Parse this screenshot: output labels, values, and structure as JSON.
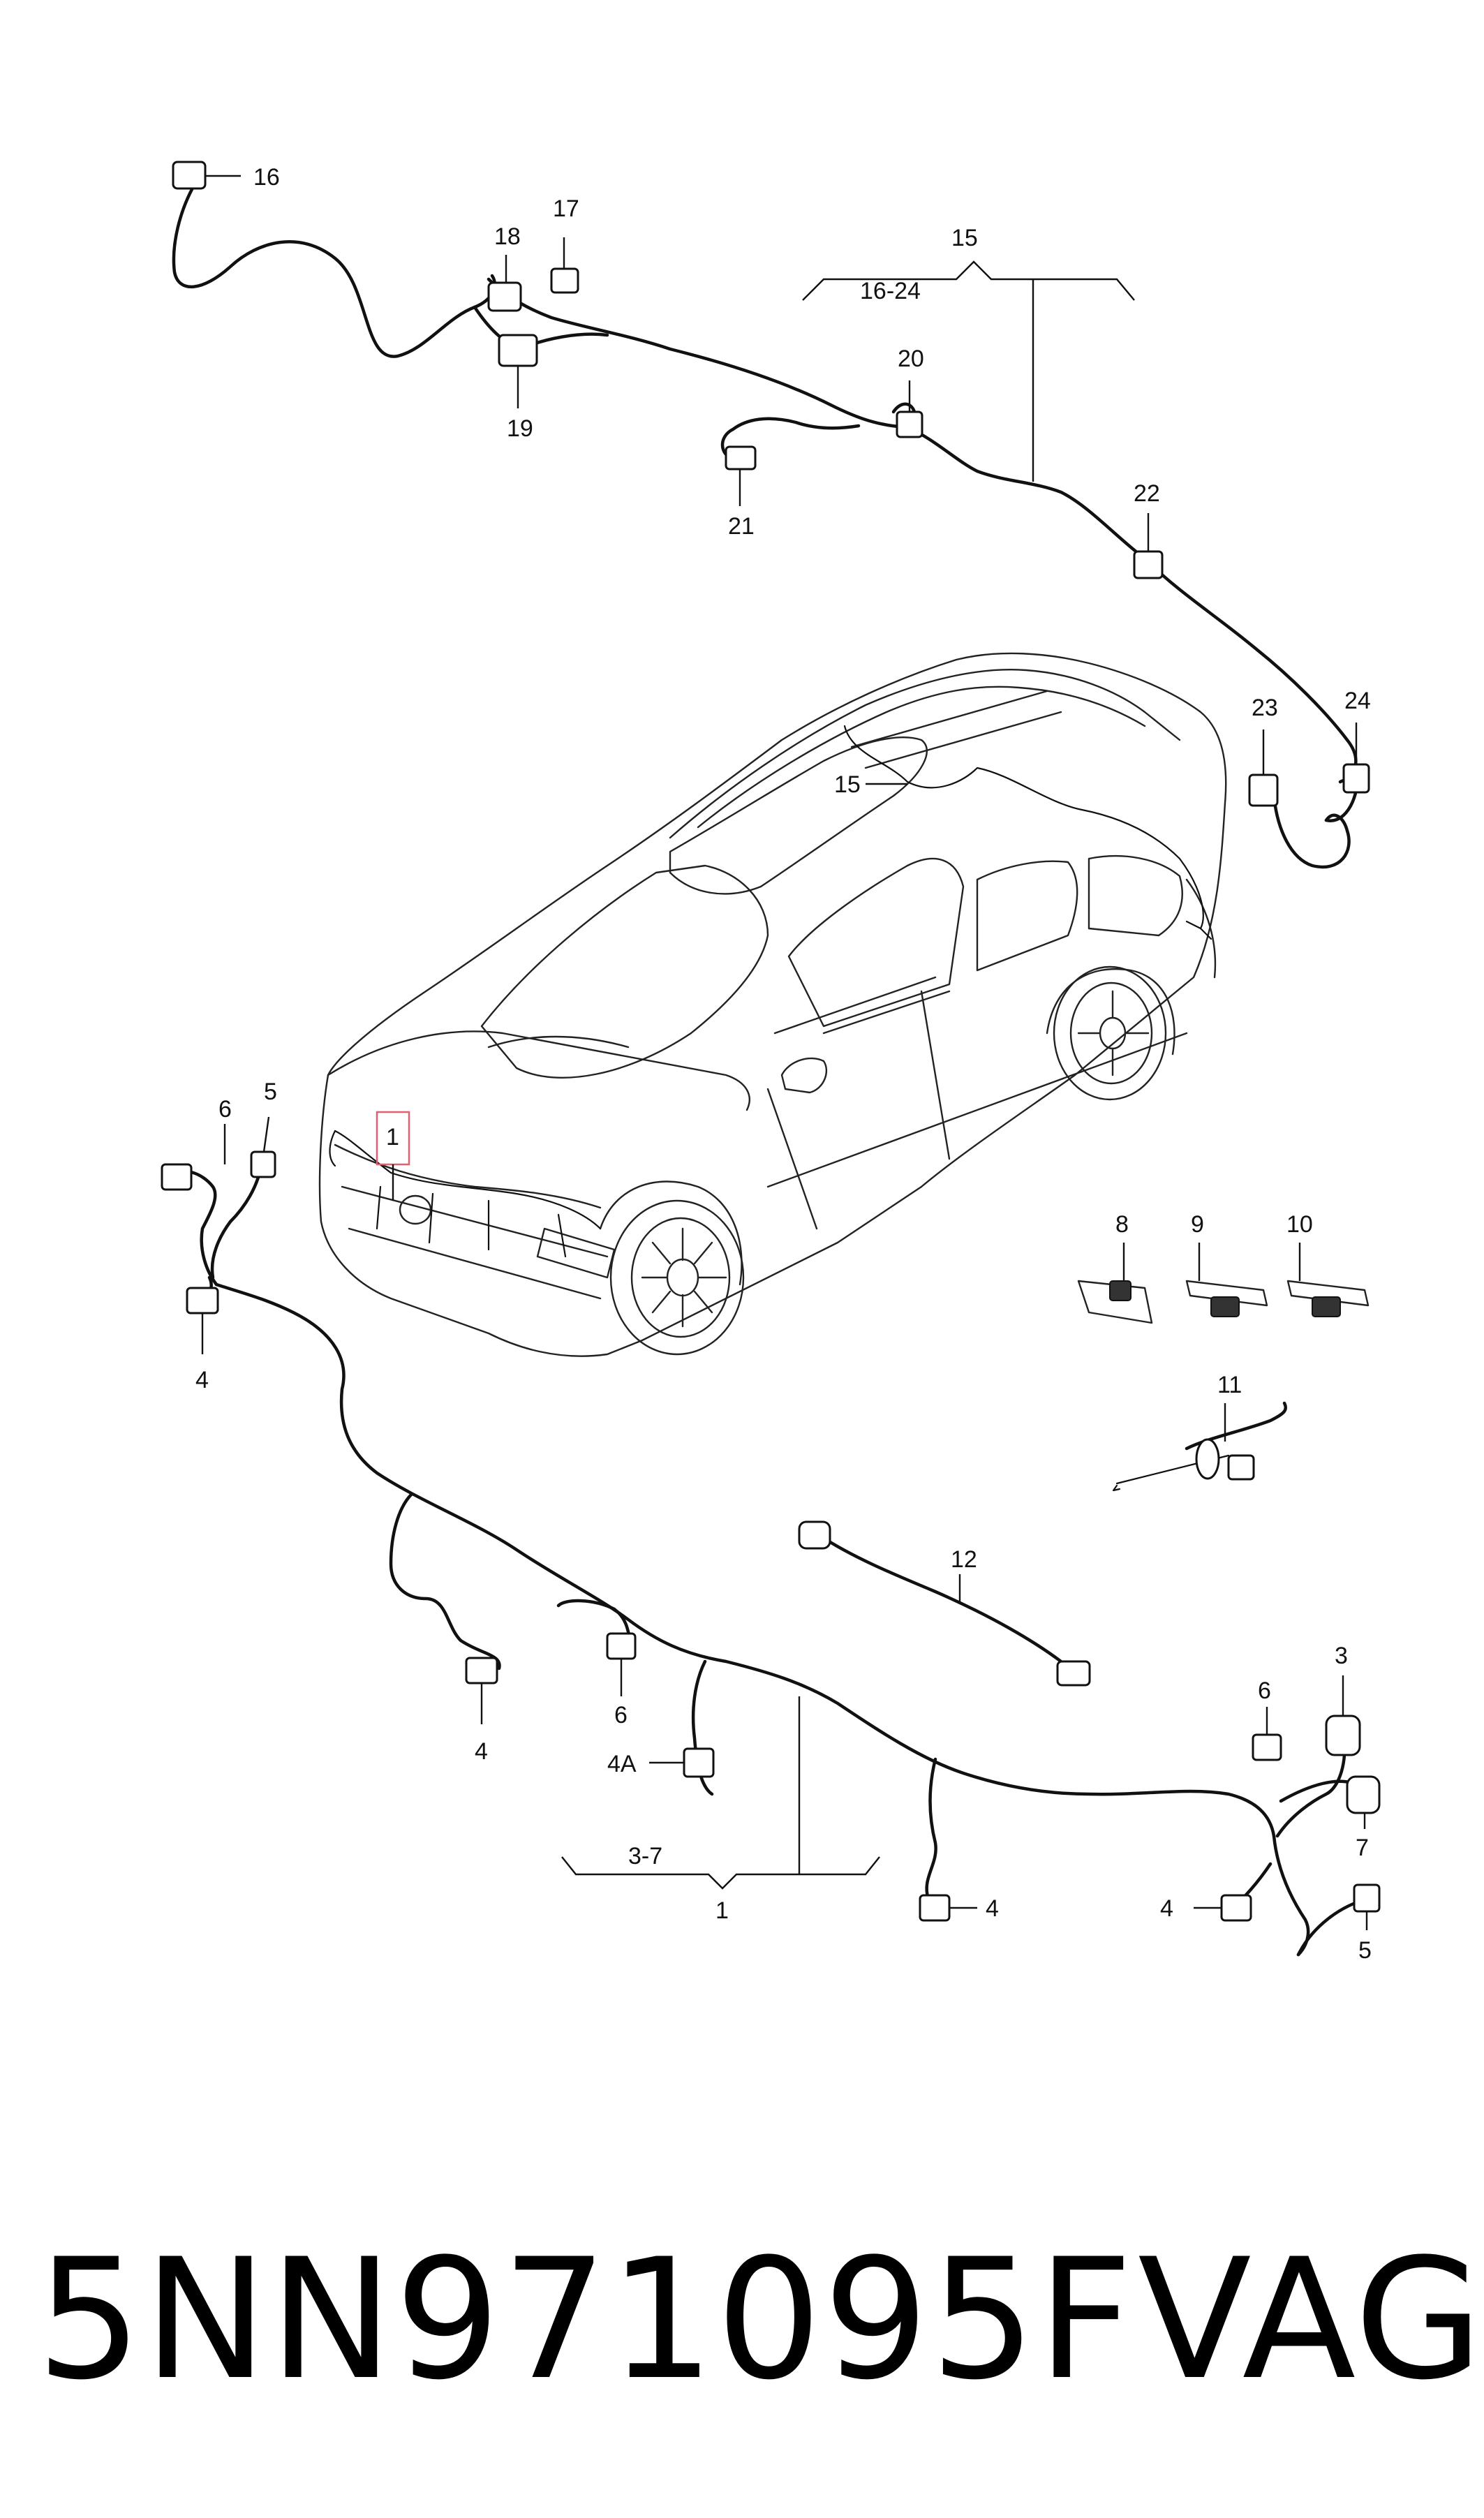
{
  "labels": {
    "l16": "16",
    "l17": "17",
    "l18": "18",
    "l19": "19",
    "l15": "15",
    "l16_24": "16-24",
    "l20": "20",
    "l21": "21",
    "l22": "22",
    "l23": "23",
    "l24": "24",
    "l15_car": "15",
    "l1_car": "1",
    "l6_left": "6",
    "l5_left": "5",
    "l4_left": "4",
    "l8": "8",
    "l9": "9",
    "l10": "10",
    "l11": "11",
    "l12": "12",
    "l4_mid": "4",
    "l6_mid": "6",
    "l4a": "4A",
    "l3_7": "3-7",
    "l1": "1",
    "l4_low": "4",
    "l3_right": "3",
    "l6_right": "6",
    "l7_right": "7",
    "l4_right": "4",
    "l5_right": "5"
  },
  "footer": {
    "part_number": "5NN971095F",
    "brand": "VAG"
  },
  "colors": {
    "ink": "#111111",
    "highlight_box": "#e06070"
  }
}
